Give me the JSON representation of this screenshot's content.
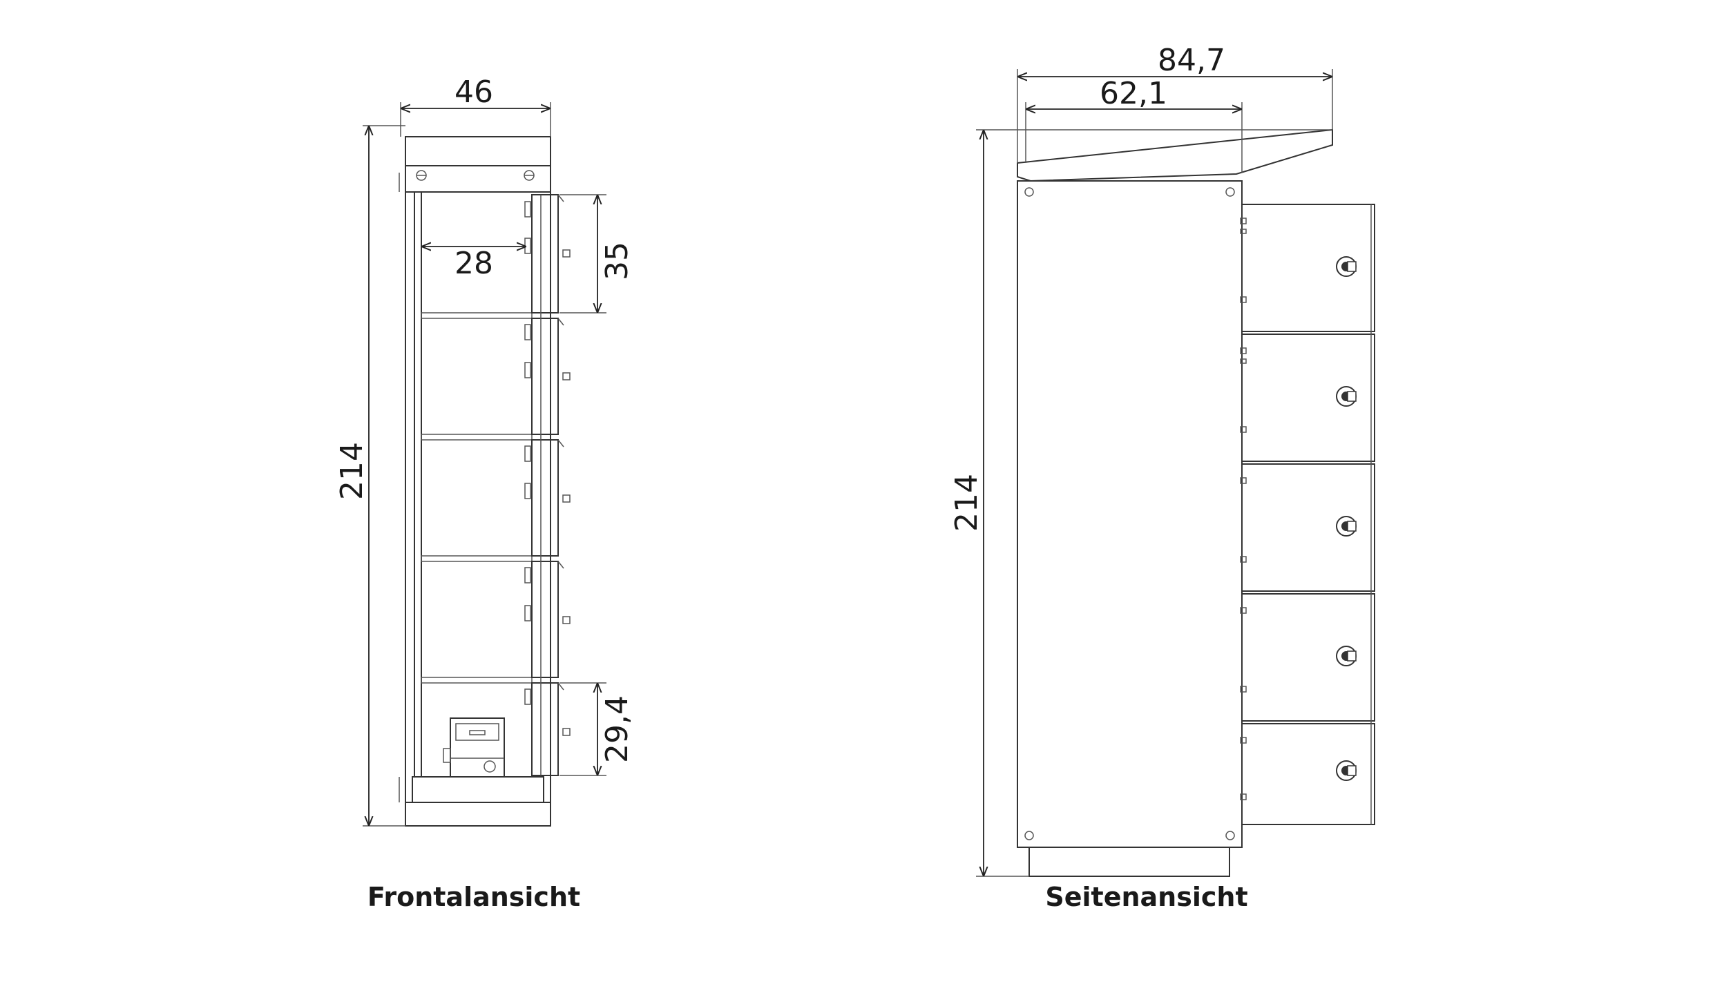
{
  "front_view": {
    "caption": "Frontalansicht",
    "dims": {
      "width": "46",
      "inner_width": "28",
      "height": "214",
      "compartment": "35",
      "bottom_compartment": "29,4"
    }
  },
  "side_view": {
    "caption": "Seitenansicht",
    "dims": {
      "total_depth": "84,7",
      "body_depth": "62,1",
      "height": "214"
    }
  },
  "colors": {
    "line": "#333333",
    "background": "#ffffff"
  }
}
